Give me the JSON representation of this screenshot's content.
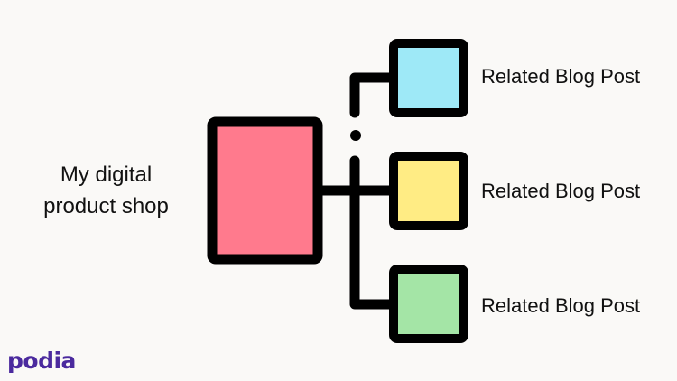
{
  "diagram": {
    "main_label_line1": "My digital",
    "main_label_line2": "product shop",
    "nodes": [
      {
        "label": "Related Blog Post",
        "fill": "#9ee9f7"
      },
      {
        "label": "Related Blog Post",
        "fill": "#ffec84"
      },
      {
        "label": "Related Blog Post",
        "fill": "#a4e5a6"
      }
    ],
    "main_fill": "#ff7a8d",
    "stroke_color": "#000000"
  },
  "brand": {
    "name": "podia",
    "color": "#4b2a9e"
  }
}
